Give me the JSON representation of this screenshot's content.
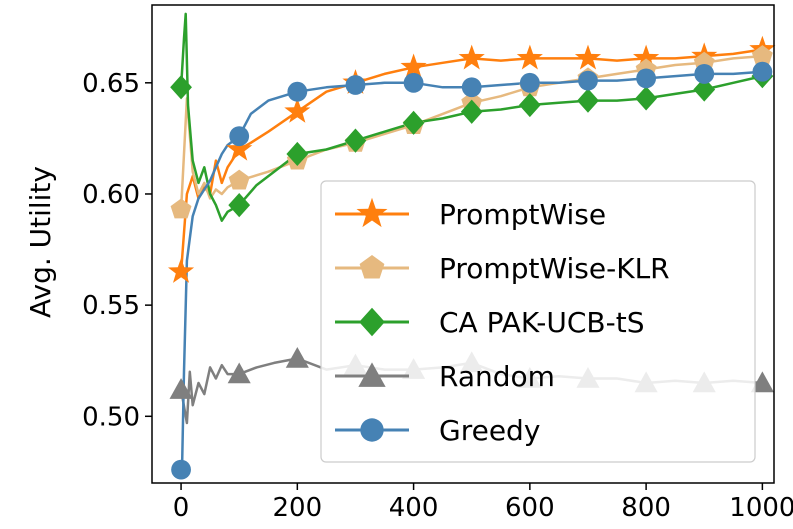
{
  "chart_data": {
    "type": "line",
    "title": "",
    "xlabel": "",
    "ylabel": "Avg. Utility",
    "xlim": [
      -50,
      1020
    ],
    "ylim": [
      0.47,
      0.685
    ],
    "xticks": [
      0,
      200,
      400,
      600,
      800,
      1000
    ],
    "xtick_labels": [
      "0",
      "200",
      "400",
      "600",
      "800",
      "1000"
    ],
    "yticks": [
      0.5,
      0.55,
      0.6,
      0.65
    ],
    "ytick_labels": [
      "0.50",
      "0.55",
      "0.60",
      "0.65"
    ],
    "grid": false,
    "legend_position": "lower-right",
    "series": [
      {
        "name": "PromptWise",
        "color": "#ff7f0e",
        "marker": "star",
        "x": [
          0,
          10,
          20,
          30,
          40,
          50,
          60,
          70,
          80,
          100,
          120,
          150,
          200,
          250,
          300,
          350,
          400,
          450,
          500,
          550,
          600,
          650,
          700,
          750,
          800,
          850,
          900,
          950,
          1000
        ],
        "y": [
          0.565,
          0.6,
          0.608,
          0.598,
          0.603,
          0.6,
          0.615,
          0.605,
          0.612,
          0.62,
          0.623,
          0.628,
          0.637,
          0.646,
          0.65,
          0.654,
          0.657,
          0.659,
          0.661,
          0.66,
          0.661,
          0.661,
          0.661,
          0.66,
          0.661,
          0.661,
          0.662,
          0.663,
          0.665
        ],
        "marker_x": [
          0,
          100,
          200,
          300,
          400,
          500,
          600,
          700,
          800,
          900,
          1000
        ],
        "marker_y": [
          0.565,
          0.62,
          0.637,
          0.65,
          0.657,
          0.661,
          0.661,
          0.661,
          0.661,
          0.662,
          0.665
        ]
      },
      {
        "name": "PromptWise-KLR",
        "color": "#e6b97f",
        "marker": "pentagon",
        "x": [
          0,
          10,
          20,
          30,
          40,
          50,
          60,
          70,
          80,
          100,
          150,
          200,
          250,
          300,
          350,
          400,
          450,
          500,
          550,
          600,
          650,
          700,
          750,
          800,
          850,
          900,
          950,
          1000
        ],
        "y": [
          0.593,
          0.643,
          0.61,
          0.6,
          0.605,
          0.598,
          0.602,
          0.6,
          0.603,
          0.606,
          0.61,
          0.615,
          0.62,
          0.623,
          0.627,
          0.631,
          0.636,
          0.641,
          0.644,
          0.648,
          0.65,
          0.652,
          0.654,
          0.656,
          0.658,
          0.659,
          0.661,
          0.662
        ],
        "marker_x": [
          0,
          100,
          200,
          300,
          400,
          500,
          600,
          700,
          800,
          900,
          1000
        ],
        "marker_y": [
          0.593,
          0.606,
          0.615,
          0.623,
          0.631,
          0.641,
          0.648,
          0.652,
          0.656,
          0.659,
          0.662
        ]
      },
      {
        "name": "CA PAK-UCB-tS",
        "color": "#2ca02c",
        "marker": "diamond",
        "x": [
          0,
          5,
          8,
          12,
          20,
          30,
          40,
          50,
          60,
          70,
          80,
          100,
          130,
          160,
          200,
          250,
          300,
          350,
          400,
          450,
          500,
          550,
          600,
          650,
          700,
          750,
          800,
          850,
          900,
          950,
          1000
        ],
        "y": [
          0.648,
          0.67,
          0.681,
          0.64,
          0.615,
          0.605,
          0.612,
          0.6,
          0.595,
          0.588,
          0.592,
          0.595,
          0.604,
          0.61,
          0.618,
          0.62,
          0.624,
          0.628,
          0.632,
          0.634,
          0.637,
          0.638,
          0.64,
          0.641,
          0.642,
          0.642,
          0.643,
          0.645,
          0.647,
          0.65,
          0.653
        ],
        "marker_x": [
          0,
          100,
          200,
          300,
          400,
          500,
          600,
          700,
          800,
          900,
          1000
        ],
        "marker_y": [
          0.648,
          0.595,
          0.618,
          0.624,
          0.632,
          0.637,
          0.64,
          0.642,
          0.643,
          0.647,
          0.653
        ]
      },
      {
        "name": "Random",
        "color": "#7f7f7f",
        "marker": "triangle",
        "x": [
          0,
          10,
          15,
          20,
          30,
          40,
          50,
          60,
          70,
          80,
          100,
          130,
          160,
          200,
          250,
          300,
          350,
          400,
          450,
          500,
          550,
          600,
          650,
          700,
          750,
          800,
          850,
          900,
          950,
          1000
        ],
        "y": [
          0.512,
          0.497,
          0.52,
          0.505,
          0.515,
          0.51,
          0.522,
          0.517,
          0.523,
          0.519,
          0.519,
          0.522,
          0.524,
          0.526,
          0.521,
          0.523,
          0.521,
          0.521,
          0.522,
          0.524,
          0.519,
          0.517,
          0.518,
          0.517,
          0.517,
          0.515,
          0.516,
          0.515,
          0.516,
          0.515
        ],
        "marker_x": [
          0,
          100,
          200,
          300,
          400,
          500,
          600,
          700,
          800,
          900,
          1000
        ],
        "marker_y": [
          0.512,
          0.519,
          0.526,
          0.523,
          0.521,
          0.524,
          0.517,
          0.517,
          0.515,
          0.515,
          0.515
        ]
      },
      {
        "name": "Greedy",
        "color": "#4682b4",
        "marker": "circle",
        "x": [
          0,
          2,
          5,
          10,
          20,
          30,
          40,
          50,
          60,
          70,
          80,
          100,
          120,
          150,
          200,
          250,
          300,
          350,
          400,
          450,
          500,
          550,
          600,
          650,
          700,
          750,
          800,
          850,
          900,
          950,
          1000
        ],
        "y": [
          0.476,
          0.48,
          0.52,
          0.57,
          0.59,
          0.598,
          0.602,
          0.606,
          0.612,
          0.618,
          0.622,
          0.626,
          0.636,
          0.642,
          0.646,
          0.648,
          0.649,
          0.65,
          0.65,
          0.648,
          0.648,
          0.649,
          0.65,
          0.65,
          0.651,
          0.651,
          0.652,
          0.653,
          0.654,
          0.654,
          0.655
        ],
        "marker_x": [
          0,
          100,
          200,
          300,
          400,
          500,
          600,
          700,
          800,
          900,
          1000
        ],
        "marker_y": [
          0.476,
          0.626,
          0.646,
          0.649,
          0.65,
          0.648,
          0.65,
          0.651,
          0.652,
          0.654,
          0.655
        ]
      }
    ]
  }
}
